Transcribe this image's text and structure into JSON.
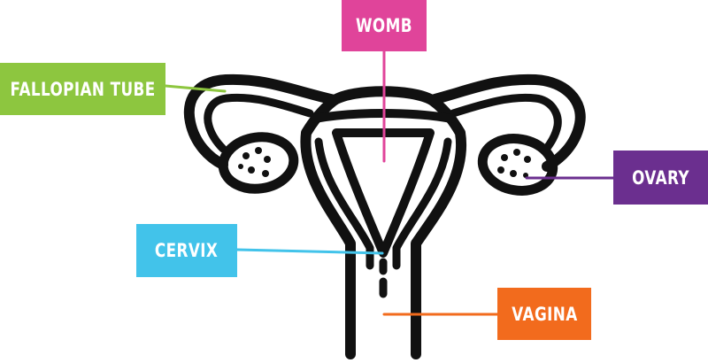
{
  "labels": {
    "womb": "WOMB",
    "fallopian_tube": "FALLOPIAN TUBE",
    "ovary": "OVARY",
    "cervix": "CERVIX",
    "vagina": "VAGINA"
  },
  "colors": {
    "womb": "#e0449a",
    "fallopian_tube": "#8dc63f",
    "ovary": "#6b2f8f",
    "cervix": "#42c3ea",
    "vagina": "#f26b1d",
    "outline": "#111111",
    "background": "#ffffff"
  }
}
